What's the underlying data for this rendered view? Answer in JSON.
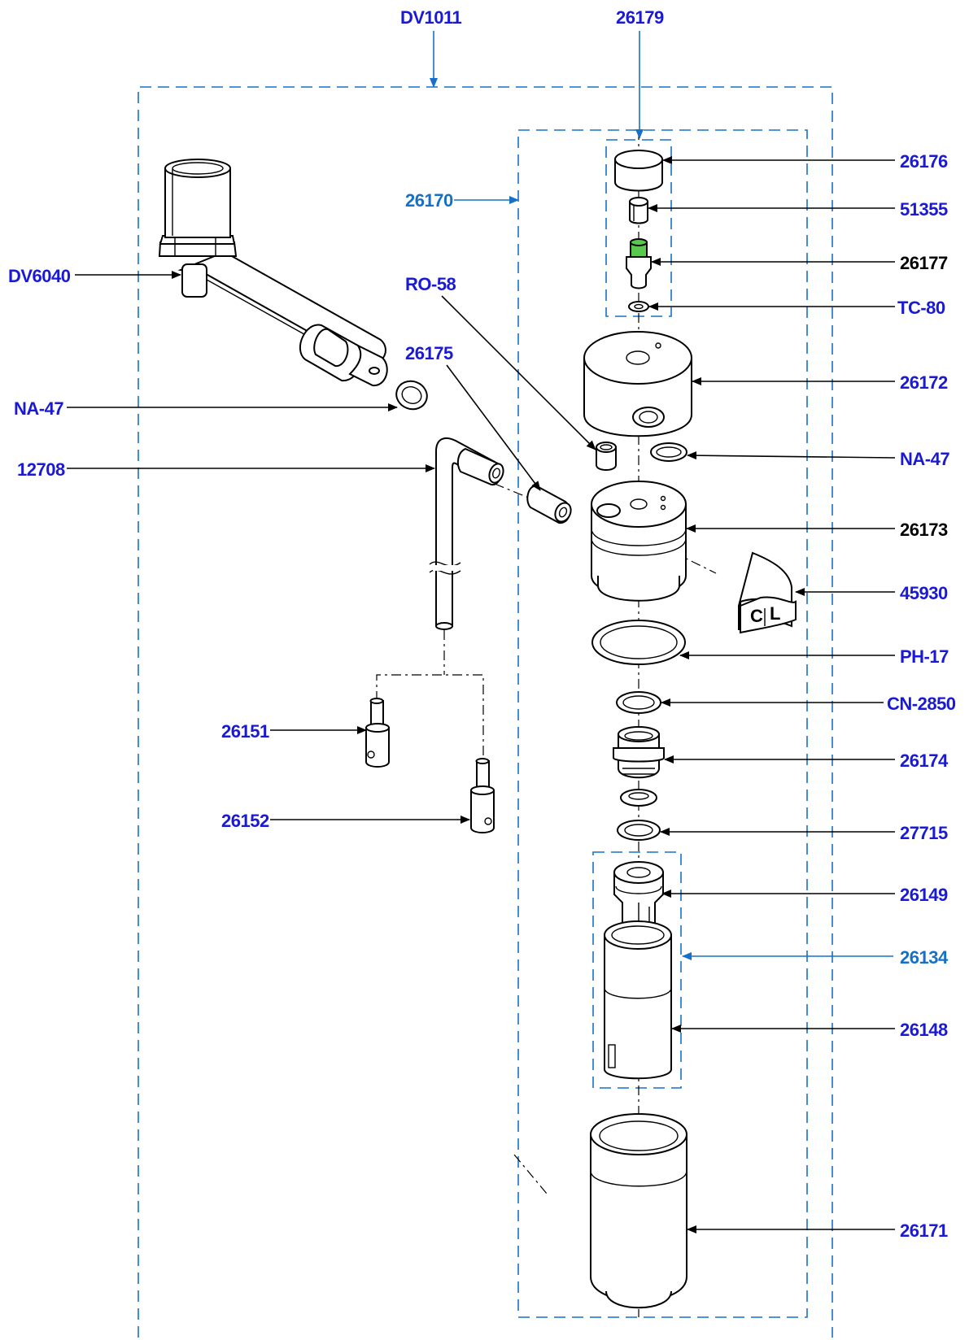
{
  "colors": {
    "label_blue": "#1a1ad6",
    "assembly_blue": "#1670c8",
    "part_line": "#000000",
    "valve_green": "#58c94c"
  },
  "assemblies": {
    "main": "DV1011",
    "cap_group": "26179",
    "body_group": "26170",
    "piston_group": "26134"
  },
  "left_labels": {
    "dv6040": "DV6040",
    "na47_left": "NA-47",
    "p12708": "12708",
    "ro58": "RO-58",
    "p26175": "26175",
    "p26151": "26151",
    "p26152": "26152"
  },
  "right_labels": {
    "p26176": "26176",
    "p51355": "51355",
    "p26177": "26177",
    "tc80": "TC-80",
    "p26172": "26172",
    "na47_right": "NA-47",
    "p26173": "26173",
    "p45930": "45930",
    "ph17": "PH-17",
    "cn2850": "CN-2850",
    "p26174": "26174",
    "p27715": "27715",
    "p26149": "26149",
    "p26148": "26148",
    "p26171": "26171"
  },
  "band_text": {
    "c": "C",
    "l": "L"
  }
}
